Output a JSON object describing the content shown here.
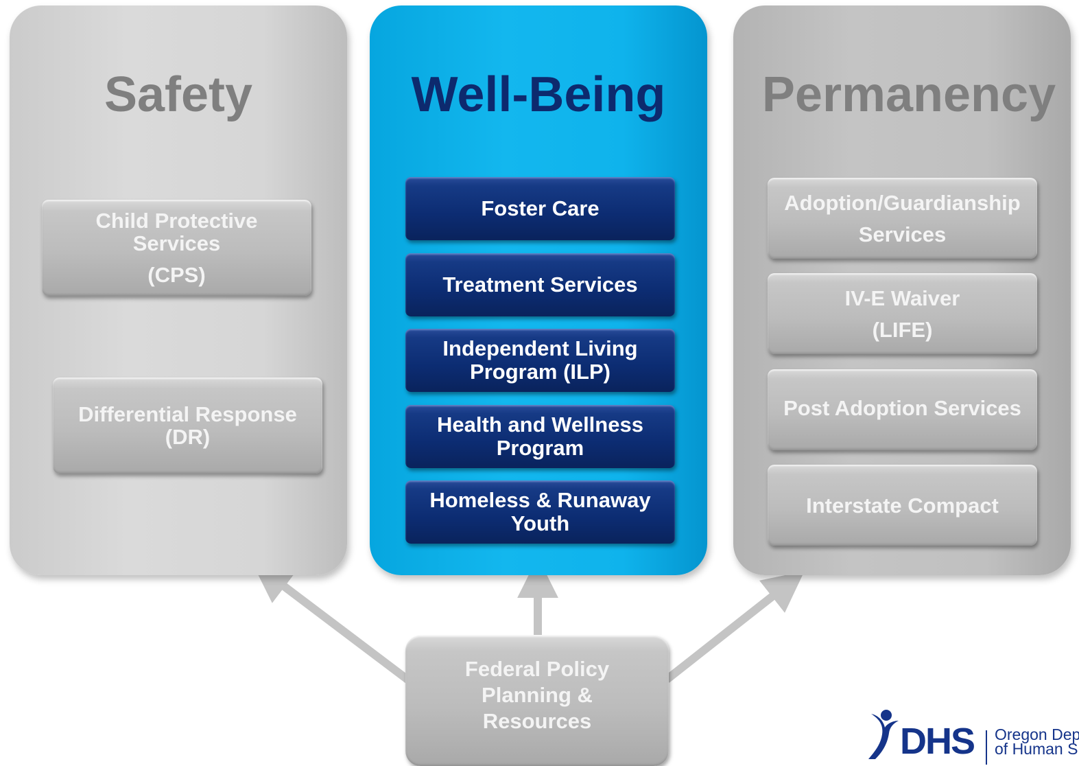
{
  "columns": {
    "safety": {
      "title": "Safety",
      "items": [
        {
          "lines": [
            "Child Protective",
            "Services",
            "(CPS)"
          ]
        },
        {
          "lines": [
            "Differential Response",
            "(DR)"
          ]
        }
      ]
    },
    "wellbeing": {
      "title": "Well-Being",
      "items": [
        {
          "lines": [
            "Foster Care"
          ]
        },
        {
          "lines": [
            "Treatment Services"
          ]
        },
        {
          "lines": [
            "Independent Living",
            "Program (ILP)"
          ]
        },
        {
          "lines": [
            "Health and Wellness",
            "Program"
          ]
        },
        {
          "lines": [
            "Homeless & Runaway",
            "Youth"
          ]
        }
      ]
    },
    "permanency": {
      "title": "Permanency",
      "items": [
        {
          "lines": [
            "Adoption/Guardianship",
            "Services"
          ]
        },
        {
          "lines": [
            "IV-E Waiver",
            "(LIFE)"
          ]
        },
        {
          "lines": [
            "Post Adoption Services"
          ]
        },
        {
          "lines": [
            "Interstate Compact"
          ]
        }
      ]
    }
  },
  "source": {
    "lines": [
      "Federal Policy",
      "Planning &",
      "Resources"
    ]
  },
  "logo": {
    "name": "DHS",
    "org_line1": "Oregon Dep",
    "org_line2": "of Human S"
  },
  "colors": {
    "wellbeing_bg": "#0fb3ec",
    "wellbeing_title": "#0d2a6e",
    "program_box": "#0c2c72",
    "gray_title": "#7f7f7f",
    "arrow": "#c4c4c4"
  }
}
